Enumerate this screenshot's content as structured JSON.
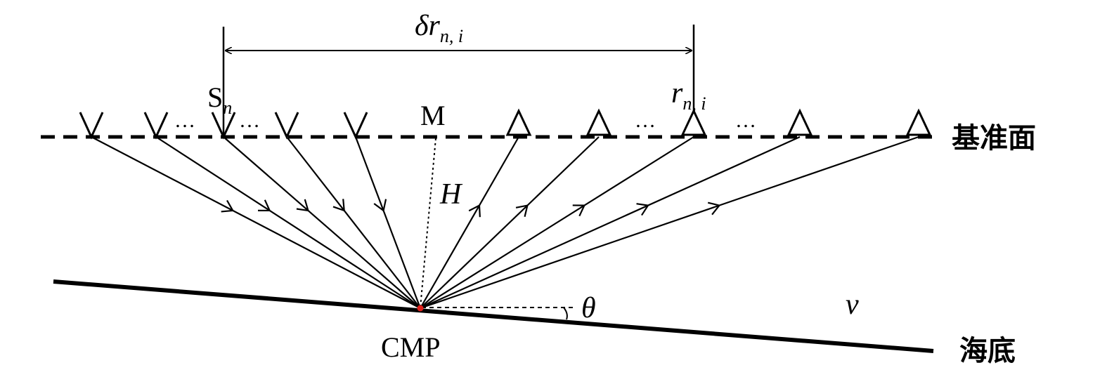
{
  "labels": {
    "delta_symbol": "δ",
    "delta_r": "r",
    "delta_sub": "n, i",
    "source_main": "S",
    "source_sub": "n",
    "receiver_main": "r",
    "receiver_sub": "n, i",
    "midpoint": "M",
    "depth": "H",
    "angle": "θ",
    "velocity": "v",
    "cmp": "CMP",
    "datum": "基准面",
    "seafloor": "海底"
  },
  "ellipses": [
    "…",
    "…",
    "…",
    "…"
  ],
  "colors": {
    "line": "#000000",
    "cmp_point": "#e0201b",
    "background": "#ffffff"
  }
}
